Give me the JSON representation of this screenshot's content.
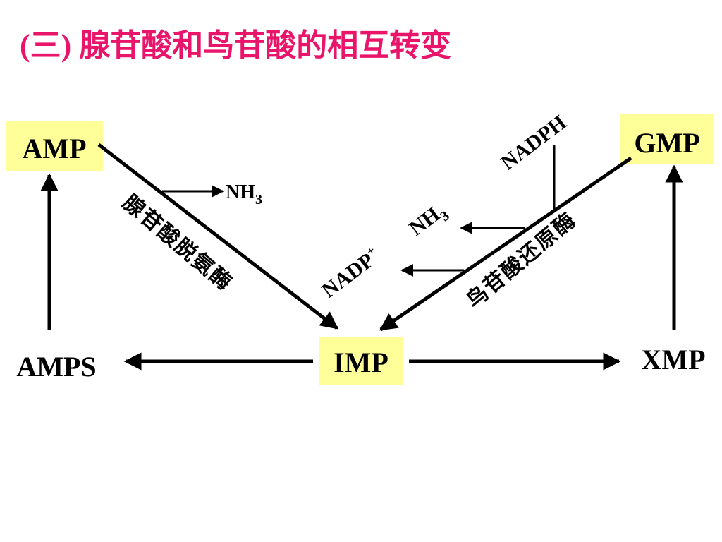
{
  "title": "(三) 腺苷酸和鸟苷酸的相互转变",
  "nodes": {
    "amp": "AMP",
    "gmp": "GMP",
    "imp": "IMP",
    "amps": "AMPS",
    "xmp": "XMP"
  },
  "labels": {
    "nh3_left_main": "NH",
    "nh3_left_sub": "3",
    "nh3_right_main": "NH",
    "nh3_right_sub": "3",
    "nadph": "NADPH",
    "nadp_main": "NADP",
    "nadp_sup": "+"
  },
  "enzymes": {
    "amp_deaminase": "腺苷酸脱氨酶",
    "gmp_reductase": "鸟苷酸还原酶"
  },
  "colors": {
    "title": "#e8156a",
    "highlight": "#ffff99",
    "line": "#000000"
  }
}
